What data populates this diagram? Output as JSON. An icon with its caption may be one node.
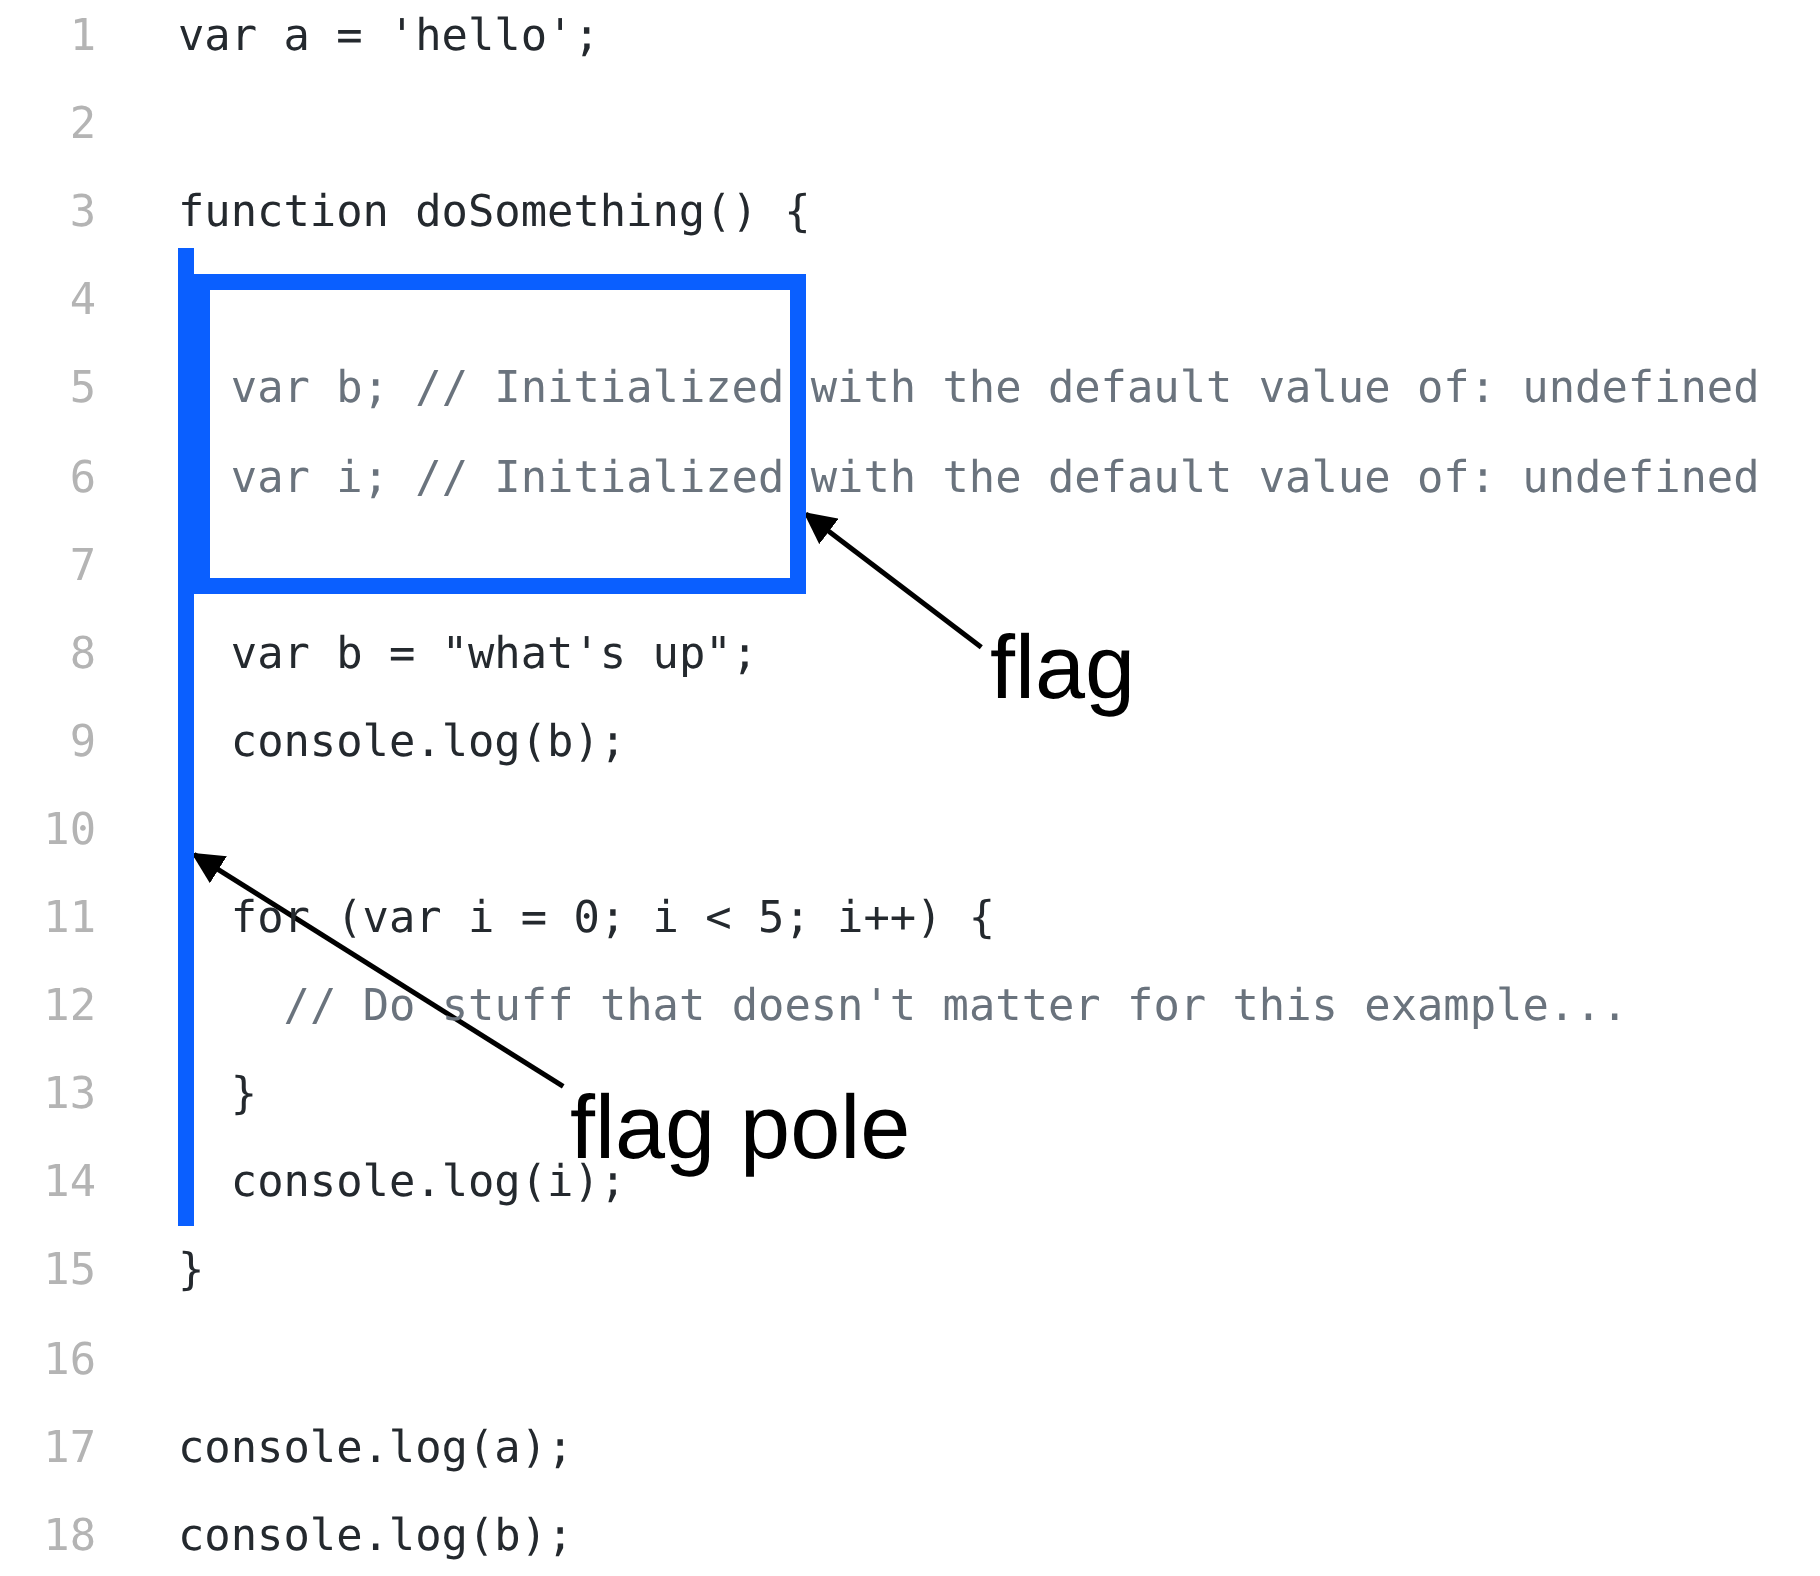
{
  "diagram": {
    "nodes": [
      {
        "text": [],
        "shape": "box"
      },
      {
        "text": [],
        "shape": "bar"
      },
      {
        "text": [
          "flag"
        ]
      },
      {
        "text": [
          "flag pole"
        ]
      }
    ],
    "edges": [
      {
        "from": 2,
        "to": 0,
        "arrow": "to"
      },
      {
        "from": 3,
        "to": 1,
        "arrow": "to"
      }
    ],
    "labels": [
      "1",
      "var a = 'hello';",
      "2",
      "3",
      "function doSomething() {",
      "4",
      "5",
      "var b; // Initialized with the default value of: undefined",
      "6",
      "var i; // Initialized with the default value of: undefined",
      "7",
      "8",
      "var b = \"what's up\";",
      "9",
      "console.log(b);",
      "10",
      "11",
      "for (var i = 0; i < 5; i++) {",
      "12",
      "// Do stuff that doesn't matter for this example...",
      "13",
      "}",
      "14",
      "console.log(i);",
      "15",
      "}",
      "16",
      "17",
      "console.log(a);",
      "18",
      "console.log(b);"
    ]
  }
}
